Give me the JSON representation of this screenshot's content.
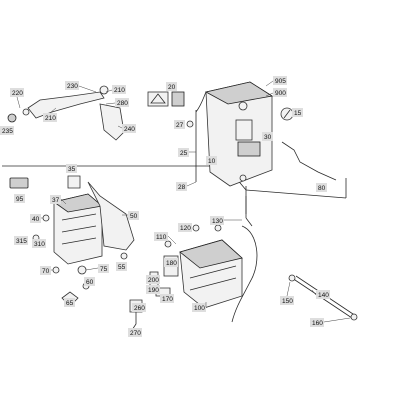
{
  "diagram": {
    "callouts": [
      {
        "id": "c-230",
        "text": "230"
      },
      {
        "id": "c-220",
        "text": "220"
      },
      {
        "id": "c-210a",
        "text": "210"
      },
      {
        "id": "c-210b",
        "text": "210"
      },
      {
        "id": "c-280",
        "text": "280"
      },
      {
        "id": "c-235",
        "text": "235"
      },
      {
        "id": "c-240",
        "text": "240"
      },
      {
        "id": "c-20",
        "text": "20"
      },
      {
        "id": "c-905",
        "text": "905"
      },
      {
        "id": "c-900",
        "text": "900"
      },
      {
        "id": "c-15",
        "text": "15"
      },
      {
        "id": "c-27",
        "text": "27"
      },
      {
        "id": "c-30",
        "text": "30"
      },
      {
        "id": "c-25",
        "text": "25"
      },
      {
        "id": "c-10",
        "text": "10"
      },
      {
        "id": "c-28",
        "text": "28"
      },
      {
        "id": "c-80",
        "text": "80"
      },
      {
        "id": "c-35",
        "text": "35"
      },
      {
        "id": "c-95",
        "text": "95"
      },
      {
        "id": "c-37",
        "text": "37"
      },
      {
        "id": "c-40",
        "text": "40"
      },
      {
        "id": "c-315",
        "text": "315"
      },
      {
        "id": "c-310",
        "text": "310"
      },
      {
        "id": "c-50",
        "text": "50"
      },
      {
        "id": "c-55",
        "text": "55"
      },
      {
        "id": "c-70",
        "text": "70"
      },
      {
        "id": "c-75",
        "text": "75"
      },
      {
        "id": "c-60",
        "text": "60"
      },
      {
        "id": "c-65",
        "text": "65"
      },
      {
        "id": "c-130",
        "text": "130"
      },
      {
        "id": "c-120",
        "text": "120"
      },
      {
        "id": "c-110",
        "text": "110"
      },
      {
        "id": "c-180",
        "text": "180"
      },
      {
        "id": "c-200",
        "text": "200"
      },
      {
        "id": "c-190",
        "text": "190"
      },
      {
        "id": "c-170",
        "text": "170"
      },
      {
        "id": "c-260",
        "text": "260"
      },
      {
        "id": "c-100",
        "text": "100"
      },
      {
        "id": "c-270",
        "text": "270"
      },
      {
        "id": "c-140",
        "text": "140"
      },
      {
        "id": "c-150",
        "text": "150"
      },
      {
        "id": "c-160",
        "text": "160"
      }
    ]
  }
}
